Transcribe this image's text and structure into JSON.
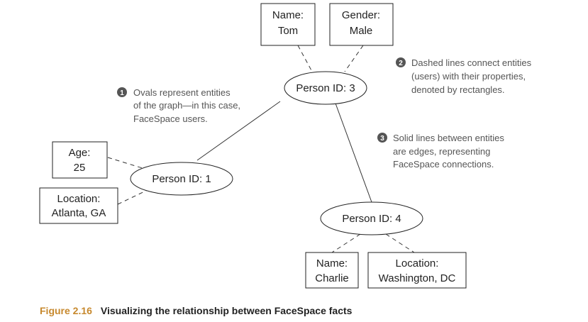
{
  "colors": {
    "line": "#333333",
    "badge": "#555555",
    "note_text": "#555555",
    "caption_accent": "#c7892e"
  },
  "entities": [
    {
      "id": "person-3",
      "label": "Person ID: 3"
    },
    {
      "id": "person-1",
      "label": "Person ID: 1"
    },
    {
      "id": "person-4",
      "label": "Person ID: 4"
    }
  ],
  "properties": [
    {
      "id": "name-tom",
      "lines": [
        "Name:",
        "Tom"
      ]
    },
    {
      "id": "gender-male",
      "lines": [
        "Gender:",
        "Male"
      ]
    },
    {
      "id": "age-25",
      "lines": [
        "Age:",
        "25"
      ]
    },
    {
      "id": "location-atlanta",
      "lines": [
        "Location:",
        "Atlanta, GA"
      ]
    },
    {
      "id": "name-charlie",
      "lines": [
        "Name:",
        "Charlie"
      ]
    },
    {
      "id": "location-washington",
      "lines": [
        "Location:",
        "Washington, DC"
      ]
    }
  ],
  "property_links": [
    {
      "from": "name-tom",
      "to": "person-3"
    },
    {
      "from": "gender-male",
      "to": "person-3"
    },
    {
      "from": "age-25",
      "to": "person-1"
    },
    {
      "from": "location-atlanta",
      "to": "person-1"
    },
    {
      "from": "name-charlie",
      "to": "person-4"
    },
    {
      "from": "location-washington",
      "to": "person-4"
    }
  ],
  "edges": [
    {
      "from": "person-3",
      "to": "person-1"
    },
    {
      "from": "person-3",
      "to": "person-4"
    }
  ],
  "annotations": [
    {
      "number": "1",
      "lines": [
        "Ovals represent entities",
        "of the graph—in this case,",
        "FaceSpace users."
      ]
    },
    {
      "number": "2",
      "lines": [
        "Dashed lines connect entities",
        "(users) with their properties,",
        "denoted by rectangles."
      ]
    },
    {
      "number": "3",
      "lines": [
        "Solid lines between entities",
        "are edges, representing",
        "FaceSpace connections."
      ]
    }
  ],
  "caption": {
    "figure_number": "Figure 2.16",
    "text": "Visualizing the relationship between FaceSpace facts"
  }
}
